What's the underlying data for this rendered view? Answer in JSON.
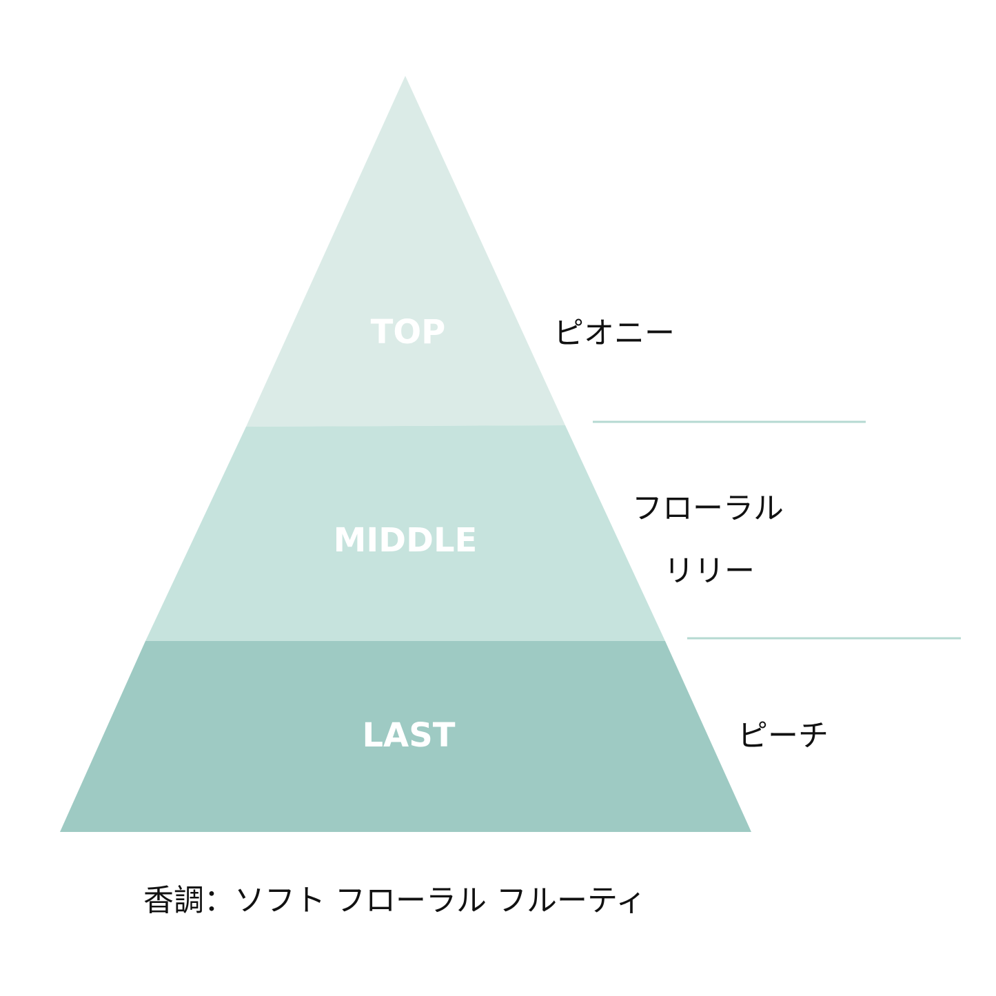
{
  "colors": {
    "top": "#dbebe7",
    "middle": "#c6e3dd",
    "last": "#9ecac3",
    "divider": "#b5d9d2",
    "label_text": "#ffffff",
    "note_text": "#111111"
  },
  "tiers": [
    {
      "label": "TOP",
      "notes": [
        "ピオニー"
      ]
    },
    {
      "label": "MIDDLE",
      "notes": [
        "フローラル",
        "リリー"
      ]
    },
    {
      "label": "LAST",
      "notes": [
        "ピーチ"
      ]
    }
  ],
  "caption": "香調：ソフト フローラル フルーティ"
}
